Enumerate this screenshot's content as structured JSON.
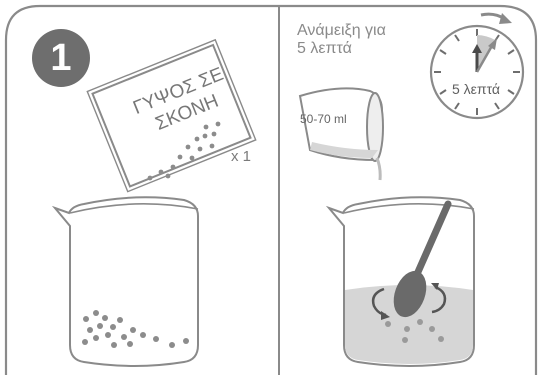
{
  "step": {
    "number": "1"
  },
  "left_panel": {
    "packet_label_line1": "ΓΥΨΟΣ ΣΕ",
    "packet_label_line2": "ΣΚΟΝΗ",
    "multiplier": "x 1"
  },
  "right_panel": {
    "instruction": "Ανάμειξη για\n5 λεπτά",
    "timer_label": "5 λεπτά",
    "cup_label": "50-70 ml"
  },
  "colors": {
    "line": "#8a8a8a",
    "badge": "#6e6e6e",
    "water": "#d6d6d6",
    "granule": "#8c8c8c",
    "spoon": "#6a6a6a"
  },
  "icons": [
    "stopwatch-icon",
    "clockwise-arrow-icon",
    "stir-arrows-icon"
  ]
}
